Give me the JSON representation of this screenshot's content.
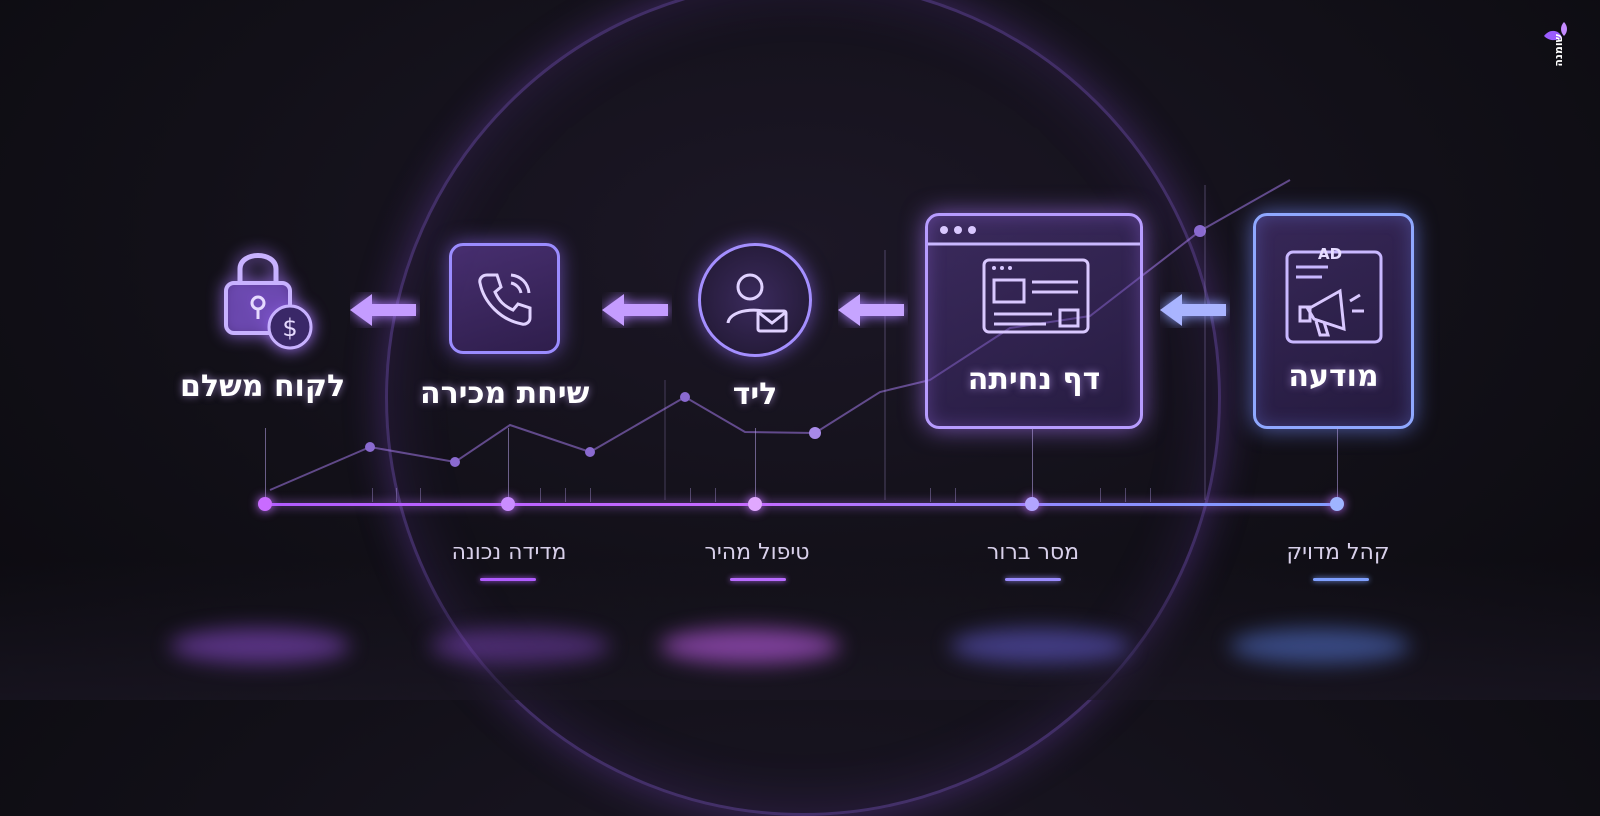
{
  "brand": {
    "name": "שומנה",
    "accent": "#b15cff"
  },
  "stages": [
    {
      "id": "ad",
      "label": "מודעה",
      "icon": "megaphone-ad-icon",
      "icon_text": "AD"
    },
    {
      "id": "landing",
      "label": "דף נחיתה",
      "icon": "landing-page-icon"
    },
    {
      "id": "lead",
      "label": "ליד",
      "icon": "user-mail-icon"
    },
    {
      "id": "call",
      "label": "שיחת מכירה",
      "icon": "phone-icon"
    },
    {
      "id": "customer",
      "label": "לקוח משלם",
      "icon": "lock-dollar-icon"
    }
  ],
  "timeline": {
    "labels": [
      "קהל מדויק",
      "מסר ברור",
      "טיפול מהיר",
      "מדידה נכונה"
    ],
    "colors": [
      "#7fa0ff",
      "#9b8cff",
      "#b96bff",
      "#b15cff"
    ]
  }
}
